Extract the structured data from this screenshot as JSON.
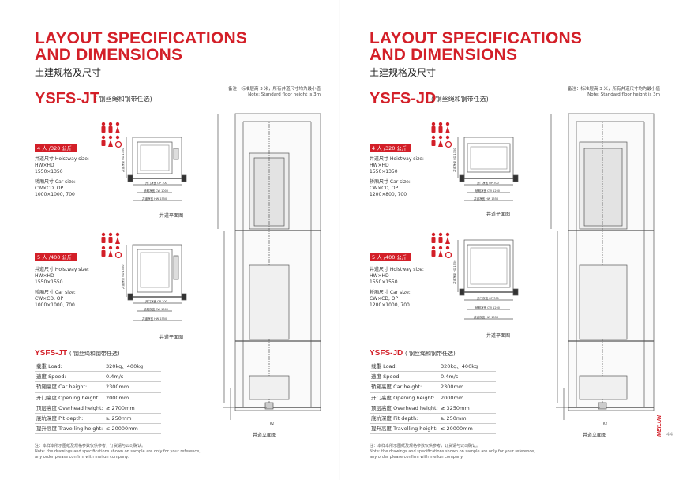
{
  "left": {
    "heading": [
      "LAYOUT SPECIFICATIONS",
      "AND DIMENSIONS"
    ],
    "subheading": "土建规格及尺寸",
    "model": "YSFS-JT",
    "model_note": "( 钢丝绳和钢带任选)",
    "note_cn": "备注：标准层高 3 米，所有井道尺寸均为最小值",
    "note_en": "Note: Standard floor height is 3m",
    "config1": {
      "badge": "4 人 /320 公斤",
      "hoistway_label": "井道尺寸 Hoistway size:",
      "hoistway_dims": "HW×HD",
      "hoistway_value": "1550×1350",
      "car_label": "轿厢尺寸 Car size:",
      "car_dims": "CW×CD, OP",
      "car_value": "1000×1000, 700",
      "plan_caption": "井道平面图",
      "dim_hw": "井道净宽 HW 1550",
      "dim_cw": "轿厢净宽 CW 1000",
      "dim_op": "开门净宽 OP 700",
      "dim_hd": "井道净深 HD 1350"
    },
    "config2": {
      "badge": "5 人 /400 公斤",
      "hoistway_label": "井道尺寸 Hoistway size:",
      "hoistway_dims": "HW×HD",
      "hoistway_value": "1550×1550",
      "car_label": "轿厢尺寸 Car size:",
      "car_dims": "CW×CD, OP",
      "car_value": "1000×1000, 700",
      "plan_caption": "井道平面图",
      "dim_hw": "井道净宽 HW 1550",
      "dim_cw": "轿厢净宽 CW 1000",
      "dim_op": "开门净宽 OP 700",
      "dim_hd": "井道净深 HD 1550"
    },
    "elevation_caption": "井道立面图",
    "table_title": "YSFS-JT",
    "table_title_note": "( 钢丝绳和钢带任选)",
    "table": [
      {
        "k": "载重 Load:",
        "v": "320kg、400kg"
      },
      {
        "k": "速度 Speed:",
        "v": "0.4m/s"
      },
      {
        "k": "轿厢高度 Car height:",
        "v": "2300mm"
      },
      {
        "k": "开门高度 Opening height:",
        "v": "2000mm"
      },
      {
        "k": "顶层高度 Overhead height:",
        "v": "≥ 2700mm"
      },
      {
        "k": "底坑深度 Pit depth:",
        "v": "≥ 250mm"
      },
      {
        "k": "提升高度 Travelling height:",
        "v": "≤ 20000mm"
      }
    ],
    "footer": [
      "注：本样本所示图纸及规格参数仅供参考，订货请与公司确认。",
      "Note: the drawings and specifications shown on sample are only for your reference,",
      "any order please confirm with meilun company."
    ],
    "elev_labels": {
      "k2": "K2"
    }
  },
  "right": {
    "heading": [
      "LAYOUT SPECIFICATIONS",
      "AND DIMENSIONS"
    ],
    "subheading": "土建规格及尺寸",
    "model": "YSFS-JD",
    "model_note": "( 钢丝绳和钢带任选)",
    "note_cn": "备注：标准层高 3 米，所有井道尺寸均为最小值",
    "note_en": "Note: Standard floor height is 3m",
    "config1": {
      "badge": "4 人 /320 公斤",
      "hoistway_label": "井道尺寸 Hoistway size:",
      "hoistway_dims": "HW×HD",
      "hoistway_value": "1550×1350",
      "car_label": "轿厢尺寸 Car size:",
      "car_dims": "CW×CD, OP",
      "car_value": "1200×800, 700",
      "plan_caption": "井道平面图",
      "dim_hw": "井道净宽 HW 1550",
      "dim_cw": "轿厢净宽 CW 1200",
      "dim_op": "开门净宽 OP 700",
      "dim_hd": "井道净深 HD 1350"
    },
    "config2": {
      "badge": "5 人 /400 公斤",
      "hoistway_label": "井道尺寸 Hoistway size:",
      "hoistway_dims": "HW×HD",
      "hoistway_value": "1550×1550",
      "car_label": "轿厢尺寸 Car size:",
      "car_dims": "CW×CD, OP",
      "car_value": "1200×1000, 700",
      "plan_caption": "井道平面图",
      "dim_hw": "井道净宽 HW 1550",
      "dim_cw": "轿厢净宽 CW 1200",
      "dim_op": "开门净宽 OP 700",
      "dim_hd": "井道净深 HD 1550"
    },
    "elevation_caption": "井道立面图",
    "table_title": "YSFS-JD",
    "table_title_note": "( 钢丝绳和钢带任选)",
    "table": [
      {
        "k": "载重 Load:",
        "v": "320kg、400kg"
      },
      {
        "k": "速度 Speed:",
        "v": "0.4m/s"
      },
      {
        "k": "轿厢高度 Car height:",
        "v": "2300mm"
      },
      {
        "k": "开门高度 Opening height:",
        "v": "2000mm"
      },
      {
        "k": "顶层高度 Overhead height:",
        "v": "≥ 3250mm"
      },
      {
        "k": "底坑深度 Pit depth:",
        "v": "≥ 250mm"
      },
      {
        "k": "提升高度 Travelling height:",
        "v": "≤ 20000mm"
      }
    ],
    "footer": [
      "注：本样本所示图纸及规格参数仅供参考，订货请与公司确认。",
      "Note: the drawings and specifications shown on sample are only for your reference,",
      "any order please confirm with meilun company."
    ],
    "elev_labels": {
      "k2": "K2"
    }
  },
  "brand": "MEILUN",
  "page_number": "44",
  "colors": {
    "accent": "#d31f28",
    "line": "#555555"
  }
}
